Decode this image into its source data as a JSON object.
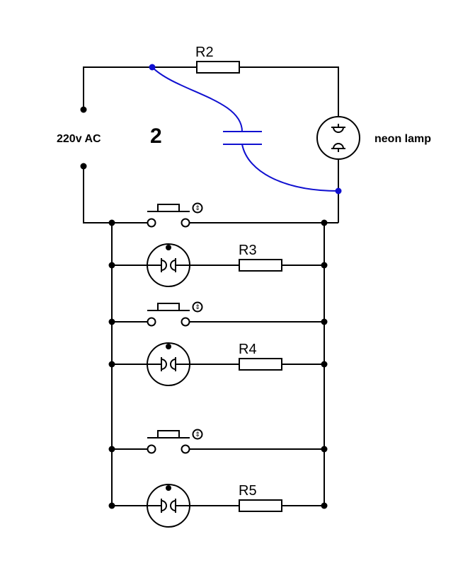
{
  "diagram": {
    "source_label": "220v AC",
    "figure_number": "2",
    "neon_label": "neon lamp",
    "resistor_labels": {
      "r2": "R2",
      "r3": "R3",
      "r4": "R4",
      "r5": "R5"
    },
    "button_symbol": "⇕",
    "colors": {
      "wire": "#000000",
      "added_wire": "#1010d0",
      "background": "#ffffff"
    }
  }
}
